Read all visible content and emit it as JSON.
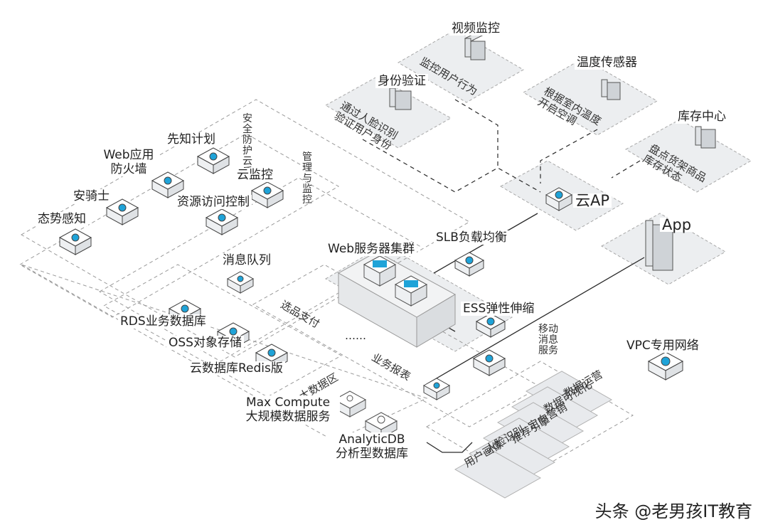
{
  "labels": {
    "video_monitor": "视频监控",
    "monitor_user": "监控用户行为",
    "temp_sensor": "温度传感器",
    "ac_control": "根据室内温度\n开启空调",
    "identity": "身份验证",
    "face_verify": "通过人脸识别\n验证用户身份",
    "inventory_center": "库存中心",
    "shelf_check": "盘点货架商品\n库存状态",
    "cloud_ap": "云AP",
    "app": "App",
    "security_group": "安全防护云盾",
    "mgmt_group": "管理与监控",
    "situational": "态势感知",
    "anqishi": "安骑士",
    "waf": "Web应用\n防火墙",
    "xianzhi": "先知计划",
    "cloud_monitor": "云监控",
    "ram": "资源访问控制",
    "mq": "消息队列",
    "web_cluster": "Web服务器集群",
    "slb": "SLB负载均衡",
    "ess": "ESS弹性伸缩",
    "product_pay": "选品支付",
    "dots": "……",
    "mobile_push": "移动消息服务",
    "vpc": "VPC专用网络",
    "rds": "RDS业务数据库",
    "oss": "OSS对象存储",
    "redis": "云数据库Redis版",
    "bigdata_zone": "大数据区",
    "maxcompute": "Max Compute\n大规模数据服务",
    "biz_report": "业务报表",
    "analyticdb": "AnalyticDB\n分析型数据库",
    "data_ops": "数据运营",
    "data_viz": "数据可视化",
    "targeted_marketing": "定向营销",
    "rec_engine": "推荐引擎",
    "face_recog": "人脸识别",
    "user_profile": "用户画像",
    "watermark": "头条 @老男孩IT教育"
  },
  "colors": {
    "accent": "#1fa3d8",
    "zone_fill": "#e9ebee",
    "dash": "#9a9a9a",
    "line": "#2a2a2a"
  }
}
